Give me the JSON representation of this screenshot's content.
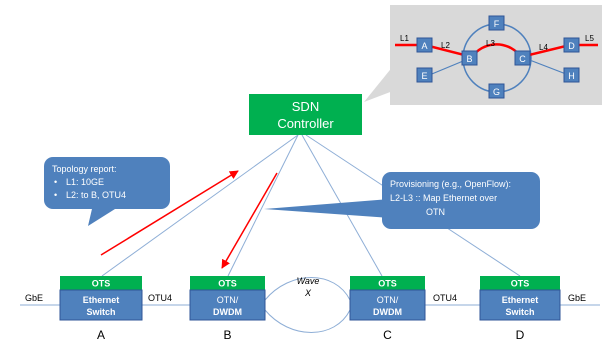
{
  "colors": {
    "green": "#00b050",
    "blue": "#4f81bd",
    "blue_dark": "#2f5597",
    "red": "#ff0000",
    "line": "#8eaed6",
    "gray_bg": "#d9d9d9"
  },
  "controller": {
    "line1": "SDN",
    "line2": "Controller"
  },
  "topology_callout": {
    "title": "Topology report:",
    "items": [
      "L1: 10GE",
      "L2: to B, OTU4"
    ]
  },
  "provisioning_callout": {
    "title": "Provisioning (e.g., OpenFlow):",
    "line2": "L2-L3 :: Map Ethernet over",
    "line3": "OTN"
  },
  "nodes": [
    {
      "id": "A",
      "header": "OTS",
      "line1": "Ethernet",
      "line2": "Switch",
      "label": "A"
    },
    {
      "id": "B",
      "header": "OTS",
      "line1": "OTN/",
      "line2": "DWDM",
      "label": "B"
    },
    {
      "id": "C",
      "header": "OTS",
      "line1": "OTN/",
      "line2": "DWDM",
      "label": "C"
    },
    {
      "id": "D",
      "header": "OTS",
      "line1": "Ethernet",
      "line2": "Switch",
      "label": "D"
    }
  ],
  "links": {
    "gbe_left": "GbE",
    "otu4_left": "OTU4",
    "wave_line1": "Wave",
    "wave_line2": "X",
    "otu4_right": "OTU4",
    "gbe_right": "GbE"
  },
  "inset": {
    "nodes": [
      "A",
      "B",
      "C",
      "D",
      "E",
      "F",
      "G",
      "H"
    ],
    "link_labels": [
      "L1",
      "L2",
      "L3",
      "L4",
      "L5"
    ]
  }
}
